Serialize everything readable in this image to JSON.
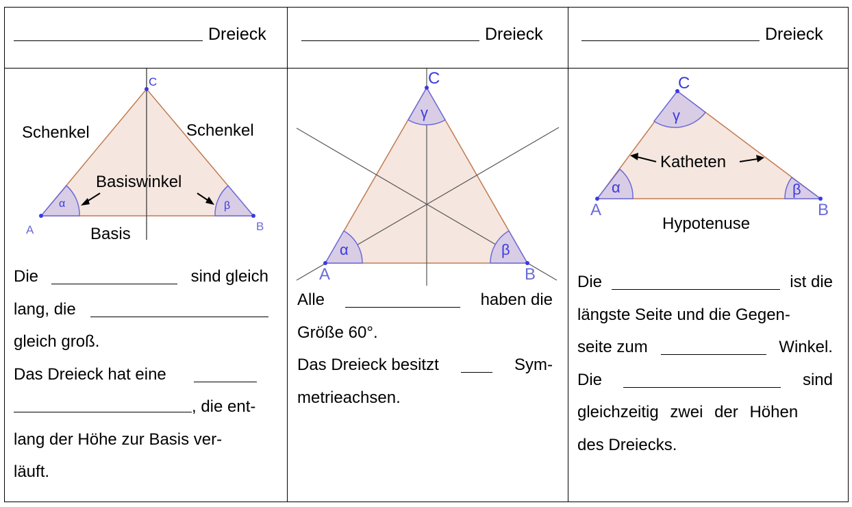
{
  "headers": [
    "Dreieck",
    "Dreieck",
    "Dreieck"
  ],
  "col1": {
    "labels": {
      "schenkel_left": "Schenkel",
      "schenkel_right": "Schenkel",
      "basiswinkel": "Basiswinkel",
      "basis": "Basis",
      "c": "C",
      "a": "A",
      "b": "B",
      "alpha": "α",
      "beta": "β"
    },
    "text": {
      "l1a": "Die",
      "l1b": "sind gleich",
      "l2a": "lang, die",
      "l3": "gleich groß.",
      "l4a": "Das Dreieck hat eine",
      "l5b": ", die ent-",
      "l6": "lang der Höhe zur Basis ver-",
      "l7": "läuft."
    }
  },
  "col2": {
    "labels": {
      "c": "C",
      "a": "A",
      "b": "B",
      "alpha": "α",
      "beta": "β",
      "gamma": "γ"
    },
    "text": {
      "l1a": "Alle",
      "l1b": "haben die",
      "l2": "Größe 60°.",
      "l3a": "Das Dreieck besitzt",
      "l3b": "Sym-",
      "l4": "metrieachsen."
    }
  },
  "col3": {
    "labels": {
      "c": "C",
      "a": "A",
      "b": "B",
      "alpha": "α",
      "beta": "β",
      "gamma": "γ",
      "katheten": "Katheten",
      "hypotenuse": "Hypotenuse"
    },
    "text": {
      "l1a": "Die",
      "l1b": "ist die",
      "l2": "längste Seite und die Gegen-",
      "l3a": "seite zum",
      "l3b": "Winkel.",
      "l4a": "Die",
      "l4b": "sind",
      "l5": "gleichzeitig zwei der Höhen",
      "l6": "des Dreiecks."
    }
  },
  "colors": {
    "fill": "#f5e6df",
    "edge": "#c07a50",
    "angle": "#6a6ad8",
    "angle_fill": "#d9cde6",
    "label": "#3a3ae0",
    "axis": "#555555"
  }
}
